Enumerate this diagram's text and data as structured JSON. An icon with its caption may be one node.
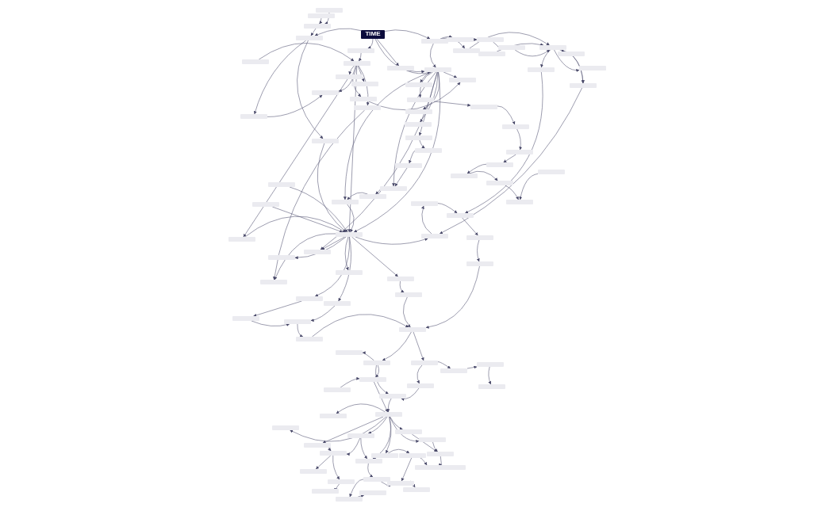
{
  "diagram": {
    "nodes": [
      {
        "text": [
          "TIME"
        ]
      },
      {
        "text": [],
        "shape": "box"
      },
      {
        "text": [],
        "shape": "box"
      },
      {
        "text": [],
        "shape": "box"
      },
      {
        "text": [],
        "shape": "box"
      },
      {
        "text": [],
        "shape": "box"
      },
      {
        "text": [],
        "shape": "box"
      },
      {
        "text": [],
        "shape": "box"
      },
      {
        "text": [],
        "shape": "box"
      },
      {
        "text": [],
        "shape": "box"
      },
      {
        "text": [],
        "shape": "box"
      },
      {
        "text": [],
        "shape": "box"
      },
      {
        "text": [],
        "shape": "box"
      },
      {
        "text": [],
        "shape": "box"
      },
      {
        "text": [],
        "shape": "box"
      },
      {
        "text": [],
        "shape": "box"
      },
      {
        "text": [],
        "shape": "box"
      },
      {
        "text": [],
        "shape": "box"
      },
      {
        "text": [],
        "shape": "box"
      },
      {
        "text": [],
        "shape": "box"
      },
      {
        "text": [],
        "shape": "box"
      },
      {
        "text": [],
        "shape": "box"
      },
      {
        "text": [],
        "shape": "box"
      },
      {
        "text": [],
        "shape": "box"
      },
      {
        "text": [],
        "shape": "box"
      },
      {
        "text": [],
        "shape": "box"
      },
      {
        "text": [],
        "shape": "box"
      },
      {
        "text": [],
        "shape": "box"
      },
      {
        "text": [],
        "shape": "box"
      },
      {
        "text": [],
        "shape": "box"
      },
      {
        "text": [],
        "shape": "box"
      },
      {
        "text": [],
        "shape": "box"
      },
      {
        "text": [],
        "shape": "box"
      },
      {
        "text": [],
        "shape": "box"
      },
      {
        "text": [],
        "shape": "box"
      },
      {
        "text": [],
        "shape": "box"
      },
      {
        "text": [],
        "shape": "box"
      },
      {
        "text": [],
        "shape": "box"
      },
      {
        "text": [],
        "shape": "box"
      },
      {
        "text": [],
        "shape": "box"
      },
      {
        "text": [],
        "shape": "box"
      },
      {
        "text": [],
        "shape": "box"
      },
      {
        "text": [],
        "shape": "box"
      },
      {
        "text": [],
        "shape": "box"
      },
      {
        "text": [],
        "shape": "box"
      },
      {
        "text": [],
        "shape": "box"
      },
      {
        "text": [],
        "shape": "box"
      },
      {
        "text": [],
        "shape": "box"
      },
      {
        "text": [],
        "shape": "box"
      },
      {
        "text": [],
        "shape": "box"
      },
      {
        "text": [],
        "shape": "box"
      },
      {
        "text": [],
        "shape": "box"
      },
      {
        "text": [],
        "shape": "box"
      },
      {
        "text": [],
        "shape": "box"
      },
      {
        "text": [],
        "shape": "box"
      },
      {
        "text": [],
        "shape": "box"
      },
      {
        "text": [],
        "shape": "box"
      },
      {
        "text": [],
        "shape": "box"
      },
      {
        "text": [],
        "shape": "box"
      },
      {
        "text": [],
        "shape": "box"
      },
      {
        "text": [],
        "shape": "box"
      },
      {
        "text": [],
        "shape": "box"
      },
      {
        "text": [],
        "shape": "box"
      },
      {
        "text": [],
        "shape": "box"
      },
      {
        "text": [],
        "shape": "box"
      },
      {
        "text": [],
        "shape": "box"
      },
      {
        "text": [],
        "shape": "box"
      },
      {
        "text": [],
        "shape": "box"
      },
      {
        "text": [],
        "shape": "box"
      },
      {
        "text": [],
        "shape": "box"
      },
      {
        "text": [],
        "shape": "box"
      },
      {
        "text": [],
        "shape": "box"
      },
      {
        "text": [],
        "shape": "box"
      },
      {
        "text": [],
        "shape": "box"
      },
      {
        "text": [],
        "shape": "box"
      },
      {
        "text": [],
        "shape": "box"
      },
      {
        "text": [],
        "shape": "box"
      },
      {
        "text": [],
        "shape": "box"
      },
      {
        "text": [],
        "shape": "box"
      },
      {
        "text": [],
        "shape": "box"
      },
      {
        "text": [],
        "shape": "box"
      },
      {
        "text": [],
        "shape": "box"
      },
      {
        "text": [],
        "shape": "box"
      },
      {
        "text": [],
        "shape": "box"
      },
      {
        "text": [],
        "shape": "box"
      },
      {
        "text": [],
        "shape": "box"
      },
      {
        "text": [],
        "shape": "box"
      },
      {
        "text": [],
        "shape": "box"
      },
      {
        "text": [],
        "shape": "box"
      },
      {
        "text": [],
        "shape": "box"
      },
      {
        "text": [],
        "shape": "box"
      },
      {
        "text": [],
        "shape": "box"
      },
      {
        "text": [],
        "shape": "box"
      },
      {
        "text": [],
        "shape": "box"
      },
      {
        "text": [],
        "shape": "box"
      },
      {
        "text": [],
        "shape": "box"
      },
      {
        "text": [],
        "shape": "box"
      },
      {
        "text": [],
        "shape": "box"
      },
      {
        "text": [],
        "shape": "box"
      },
      {
        "text": [],
        "shape": "box"
      }
    ],
    "edges": [
      {
        "from": 0,
        "to": 6,
        "arrow": "to"
      },
      {
        "from": 0,
        "to": 14,
        "arrow": "to"
      },
      {
        "from": 0,
        "to": 13,
        "arrow": "to"
      },
      {
        "from": 0,
        "to": 4,
        "arrow": "to"
      },
      {
        "from": 0,
        "to": 25,
        "arrow": "to"
      },
      {
        "from": 1,
        "to": 3,
        "arrow": "to"
      },
      {
        "from": 2,
        "to": 3,
        "arrow": "to"
      },
      {
        "from": 3,
        "to": 4,
        "arrow": "to"
      },
      {
        "from": 4,
        "to": 47,
        "arrow": "to"
      },
      {
        "from": 4,
        "to": 48,
        "arrow": "to"
      },
      {
        "from": 5,
        "to": 7,
        "arrow": "to"
      },
      {
        "from": 6,
        "to": 7,
        "arrow": "to"
      },
      {
        "from": 7,
        "to": 8,
        "arrow": "to"
      },
      {
        "from": 7,
        "to": 9,
        "arrow": "to"
      },
      {
        "from": 7,
        "to": 10,
        "arrow": "to"
      },
      {
        "from": 7,
        "to": 11,
        "arrow": "to"
      },
      {
        "from": 7,
        "to": 12,
        "arrow": "to"
      },
      {
        "from": 7,
        "to": 50,
        "arrow": "to"
      },
      {
        "from": 13,
        "to": 25,
        "arrow": "to"
      },
      {
        "from": 14,
        "to": 25,
        "arrow": "to"
      },
      {
        "from": 14,
        "to": 17,
        "arrow": "to"
      },
      {
        "from": 14,
        "to": 15,
        "arrow": "to"
      },
      {
        "from": 15,
        "to": 16,
        "arrow": "to"
      },
      {
        "from": 16,
        "to": 19,
        "arrow": "to"
      },
      {
        "from": 19,
        "to": 20,
        "arrow": "to"
      },
      {
        "from": 17,
        "to": 20,
        "arrow": "to"
      },
      {
        "from": 18,
        "to": 20,
        "arrow": "to"
      },
      {
        "from": 20,
        "to": 21,
        "arrow": "to"
      },
      {
        "from": 20,
        "to": 22,
        "arrow": "to"
      },
      {
        "from": 20,
        "to": 23,
        "arrow": "to"
      },
      {
        "from": 20,
        "to": 24,
        "arrow": "to"
      },
      {
        "from": 21,
        "to": 24,
        "arrow": "to"
      },
      {
        "from": 25,
        "to": 26,
        "arrow": "to"
      },
      {
        "from": 25,
        "to": 27,
        "arrow": "to"
      },
      {
        "from": 25,
        "to": 28,
        "arrow": "to"
      },
      {
        "from": 25,
        "to": 29,
        "arrow": "to"
      },
      {
        "from": 25,
        "to": 30,
        "arrow": "to"
      },
      {
        "from": 25,
        "to": 31,
        "arrow": "to"
      },
      {
        "from": 25,
        "to": 42,
        "arrow": "to"
      },
      {
        "from": 25,
        "to": 44,
        "arrow": "to"
      },
      {
        "from": 25,
        "to": 50,
        "arrow": "to"
      },
      {
        "from": 25,
        "to": 52,
        "arrow": "to"
      },
      {
        "from": 28,
        "to": 33,
        "arrow": "to"
      },
      {
        "from": 31,
        "to": 32,
        "arrow": "to"
      },
      {
        "from": 32,
        "to": 41,
        "arrow": "to"
      },
      {
        "from": 33,
        "to": 34,
        "arrow": "to"
      },
      {
        "from": 34,
        "to": 35,
        "arrow": "to"
      },
      {
        "from": 35,
        "to": 36,
        "arrow": "to"
      },
      {
        "from": 36,
        "to": 38,
        "arrow": "to"
      },
      {
        "from": 37,
        "to": 40,
        "arrow": "to"
      },
      {
        "from": 38,
        "to": 39,
        "arrow": "to"
      },
      {
        "from": 39,
        "to": 40,
        "arrow": "to"
      },
      {
        "from": 41,
        "to": 42,
        "arrow": "to"
      },
      {
        "from": 42,
        "to": 43,
        "arrow": "to"
      },
      {
        "from": 43,
        "to": 44,
        "arrow": "to"
      },
      {
        "from": 44,
        "to": 50,
        "arrow": "to"
      },
      {
        "from": 45,
        "to": 50,
        "arrow": "to"
      },
      {
        "from": 46,
        "to": 50,
        "arrow": "to"
      },
      {
        "from": 47,
        "to": 11,
        "arrow": "to"
      },
      {
        "from": 48,
        "to": 50,
        "arrow": "to"
      },
      {
        "from": 49,
        "to": 50,
        "arrow": "to"
      },
      {
        "from": 50,
        "to": 51,
        "arrow": "to"
      },
      {
        "from": 50,
        "to": 52,
        "arrow": "to"
      },
      {
        "from": 50,
        "to": 53,
        "arrow": "to"
      },
      {
        "from": 50,
        "to": 54,
        "arrow": "to"
      },
      {
        "from": 50,
        "to": 55,
        "arrow": "to"
      },
      {
        "from": 50,
        "to": 56,
        "arrow": "to"
      },
      {
        "from": 50,
        "to": 57,
        "arrow": "to"
      },
      {
        "from": 50,
        "to": 59,
        "arrow": "to"
      },
      {
        "from": 57,
        "to": 58,
        "arrow": "to"
      },
      {
        "from": 59,
        "to": 60,
        "arrow": "to"
      },
      {
        "from": 60,
        "to": 61,
        "arrow": "to"
      },
      {
        "from": 61,
        "to": 62,
        "arrow": "to"
      },
      {
        "from": 62,
        "to": 63,
        "arrow": "to"
      },
      {
        "from": 58,
        "to": 67,
        "arrow": "to"
      },
      {
        "from": 63,
        "to": 67,
        "arrow": "to"
      },
      {
        "from": 56,
        "to": 65,
        "arrow": "to"
      },
      {
        "from": 55,
        "to": 64,
        "arrow": "to"
      },
      {
        "from": 64,
        "to": 65,
        "arrow": "to"
      },
      {
        "from": 65,
        "to": 66,
        "arrow": "to"
      },
      {
        "from": 66,
        "to": 67,
        "arrow": "to"
      },
      {
        "from": 67,
        "to": 68,
        "arrow": "to"
      },
      {
        "from": 67,
        "to": 70,
        "arrow": "to"
      },
      {
        "from": 68,
        "to": 69,
        "arrow": "to"
      },
      {
        "from": 68,
        "to": 75,
        "arrow": "to"
      },
      {
        "from": 68,
        "to": 77,
        "arrow": "to"
      },
      {
        "from": 70,
        "to": 71,
        "arrow": "to"
      },
      {
        "from": 71,
        "to": 72,
        "arrow": "to"
      },
      {
        "from": 72,
        "to": 73,
        "arrow": "to"
      },
      {
        "from": 70,
        "to": 74,
        "arrow": "to"
      },
      {
        "from": 74,
        "to": 75,
        "arrow": "to"
      },
      {
        "from": 76,
        "to": 77,
        "arrow": "to"
      },
      {
        "from": 77,
        "to": 78,
        "arrow": "to"
      },
      {
        "from": 75,
        "to": 78,
        "arrow": "to"
      },
      {
        "from": 78,
        "to": 79,
        "arrow": "to"
      },
      {
        "from": 78,
        "to": 80,
        "arrow": "to"
      },
      {
        "from": 78,
        "to": 81,
        "arrow": "to"
      },
      {
        "from": 78,
        "to": 82,
        "arrow": "to"
      },
      {
        "from": 78,
        "to": 83,
        "arrow": "to"
      },
      {
        "from": 78,
        "to": 84,
        "arrow": "to"
      },
      {
        "from": 78,
        "to": 87,
        "arrow": "to"
      },
      {
        "from": 78,
        "to": 88,
        "arrow": "to"
      },
      {
        "from": 83,
        "to": 85,
        "arrow": "to"
      },
      {
        "from": 84,
        "to": 85,
        "arrow": "to"
      },
      {
        "from": 85,
        "to": 99,
        "arrow": "to"
      },
      {
        "from": 81,
        "to": 86,
        "arrow": "to"
      },
      {
        "from": 82,
        "to": 86,
        "arrow": "to"
      },
      {
        "from": 86,
        "to": 91,
        "arrow": "to"
      },
      {
        "from": 86,
        "to": 92,
        "arrow": "to"
      },
      {
        "from": 87,
        "to": 93,
        "arrow": "to"
      },
      {
        "from": 88,
        "to": 89,
        "arrow": "to"
      },
      {
        "from": 89,
        "to": 90,
        "arrow": "to"
      },
      {
        "from": 89,
        "to": 94,
        "arrow": "to"
      },
      {
        "from": 93,
        "to": 94,
        "arrow": "to"
      },
      {
        "from": 93,
        "to": 96,
        "arrow": "to"
      },
      {
        "from": 94,
        "to": 95,
        "arrow": "to"
      },
      {
        "from": 92,
        "to": 98,
        "arrow": "to"
      },
      {
        "from": 96,
        "to": 97,
        "arrow": "to"
      },
      {
        "from": 81,
        "to": 87,
        "arrow": "to"
      },
      {
        "from": 10,
        "to": 26,
        "arrow": "to"
      },
      {
        "from": 22,
        "to": 61,
        "arrow": "to"
      },
      {
        "from": 24,
        "to": 59,
        "arrow": "to"
      },
      {
        "from": 9,
        "to": 49,
        "arrow": "to"
      },
      {
        "from": 12,
        "to": 54,
        "arrow": "to"
      }
    ]
  }
}
